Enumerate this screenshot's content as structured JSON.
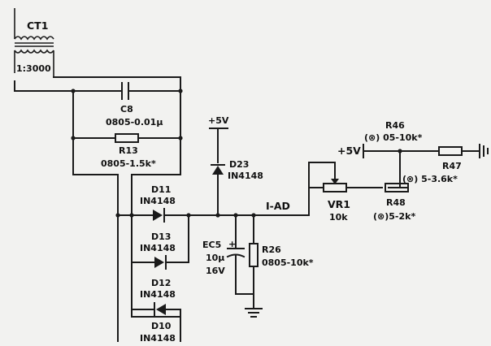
{
  "components": {
    "ct1": {
      "name": "CT1",
      "ratio": "1:3000"
    },
    "c8": {
      "name": "C8",
      "value": "0805-0.01µ"
    },
    "r13": {
      "name": "R13",
      "value": "0805-1.5k*"
    },
    "plus5_top": "+5V",
    "d23": {
      "name": "D23",
      "value": "IN4148"
    },
    "d11": {
      "name": "D11",
      "value": "IN4148"
    },
    "d13": {
      "name": "D13",
      "value": "IN4148"
    },
    "d12": {
      "name": "D12",
      "value": "IN4148"
    },
    "d10": {
      "name": "D10",
      "value": "IN4148"
    },
    "net_iad": "I-AD",
    "ec5": {
      "name": "EC5",
      "cap": "10µ",
      "voltage": "16V"
    },
    "r26": {
      "name": "R26",
      "value": "0805-10k*"
    },
    "vr1": {
      "name": "VR1",
      "value": "10k"
    },
    "plus5_right": "+5V",
    "r46": {
      "name": "R46",
      "value": "(⊗) 05-10k*"
    },
    "r47": {
      "name": "R47",
      "value": "(⊗) 5-3.6k*"
    },
    "r48": {
      "name": "R48",
      "value": "(⊗)5-2k*"
    }
  }
}
